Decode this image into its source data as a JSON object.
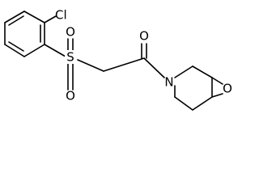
{
  "atoms": {
    "chlorine": "Cl",
    "sulfonyl_sulfur": "S",
    "sulfonyl_oxygen_top": "O",
    "sulfonyl_oxygen_bottom": "O",
    "carbonyl_oxygen": "O",
    "amide_nitrogen": "N",
    "morpholine_oxygen": "O"
  },
  "colors": {
    "bond": "#000000",
    "label": "#000000",
    "background": "#ffffff"
  }
}
